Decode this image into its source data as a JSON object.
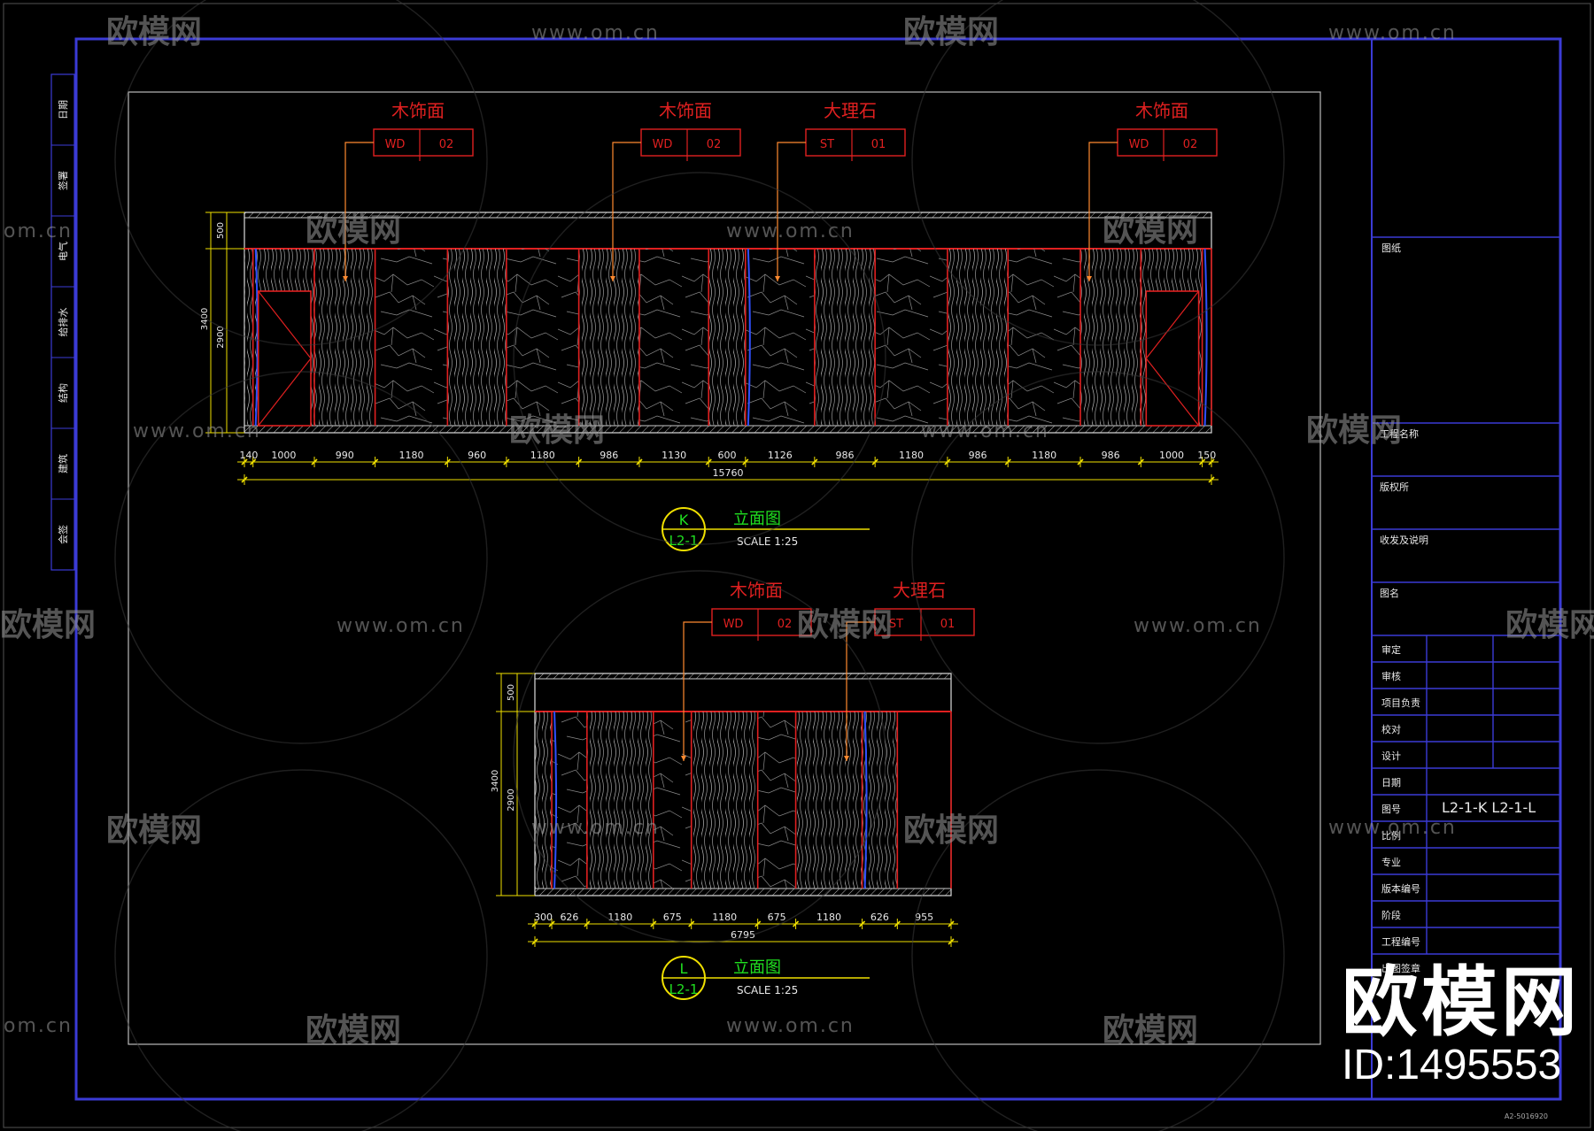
{
  "left_strip": [
    "日期",
    "签署",
    "电气",
    "给排水",
    "结构",
    "建筑",
    "会签"
  ],
  "title_block": {
    "top_label": "图纸",
    "mid_labels": [
      "工程名称",
      "版权所",
      "收发及说明",
      "图名"
    ],
    "rows": [
      "审定",
      "审核",
      "项目负责",
      "校对",
      "设计",
      "日期",
      "图号",
      "比例",
      "专业",
      "版本编号",
      "阶段",
      "工程编号"
    ],
    "drawing_no": "L2-1-K  L2-1-L",
    "stamp": "出图签章",
    "footer_code": "A2-5016920"
  },
  "elevation_k": {
    "marker_letter": "K",
    "marker_sheet": "L2-1",
    "title": "立面图",
    "scale": "SCALE 1:25",
    "callouts": [
      {
        "name": "木饰面",
        "code": "WD",
        "num": "02"
      },
      {
        "name": "木饰面",
        "code": "WD",
        "num": "02"
      },
      {
        "name": "大理石",
        "code": "ST",
        "num": "01"
      },
      {
        "name": "木饰面",
        "code": "WD",
        "num": "02"
      }
    ],
    "dims": [
      "140",
      "1000",
      "990",
      "1180",
      "960",
      "1180",
      "986",
      "1130",
      "600",
      "1126",
      "986",
      "1180",
      "986",
      "1180",
      "986",
      "1000",
      "150"
    ],
    "total": "15760",
    "height_total": "3400",
    "height_top": "500",
    "height_main": "2900"
  },
  "elevation_l": {
    "marker_letter": "L",
    "marker_sheet": "L2-1",
    "title": "立面图",
    "scale": "SCALE 1:25",
    "callouts": [
      {
        "name": "木饰面",
        "code": "WD",
        "num": "02"
      },
      {
        "name": "大理石",
        "code": "ST",
        "num": "01"
      }
    ],
    "dims": [
      "300",
      "626",
      "1180",
      "675",
      "1180",
      "675",
      "1180",
      "626",
      "955"
    ],
    "total": "6795",
    "height_total": "3400",
    "height_top": "500",
    "height_main": "2900"
  },
  "watermark": {
    "logo_text": "欧模网",
    "url_text": "www.om.cn",
    "url_short": "om.cn"
  },
  "brand": {
    "name": "欧模网",
    "id": "ID:1495553"
  },
  "colors": {
    "frame": "#3b3bd6",
    "accent_red": "#e02020",
    "dim_yellow": "#f0e000",
    "label_green": "#20e020",
    "text_white": "#e8e8e8"
  }
}
